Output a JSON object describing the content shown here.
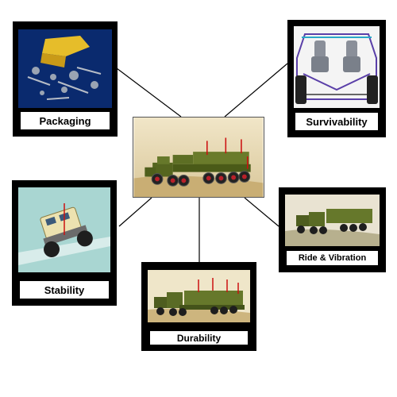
{
  "diagram": {
    "center": {
      "icon": "military-truck-simulation-image"
    },
    "panels": [
      {
        "key": "packaging",
        "label": "Packaging",
        "icon": "exploded-vehicle-cad-image"
      },
      {
        "key": "survivability",
        "label": "Survivability",
        "icon": "crew-seats-cab-cutaway-image"
      },
      {
        "key": "stability",
        "label": "Stability",
        "icon": "vehicle-tilt-test-image"
      },
      {
        "key": "ride",
        "label": "Ride & Vibration",
        "icon": "truck-terrain-image"
      },
      {
        "key": "durability",
        "label": "Durability",
        "icon": "truck-load-forces-image"
      }
    ],
    "colors": {
      "frame": "#000000",
      "truck_body": "#5a6b2a",
      "force_arrows": "#cc1111",
      "cad_background": "#0a2a6e"
    }
  }
}
